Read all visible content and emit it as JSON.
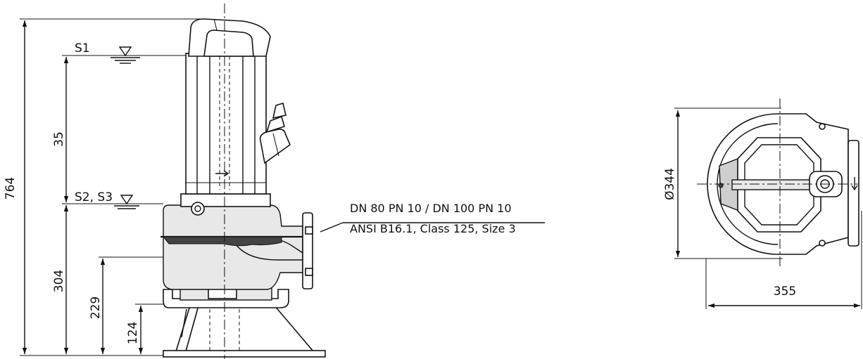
{
  "side_view": {
    "dimensions": {
      "overall_height": "764",
      "s1_to_s2": "35",
      "s2_level": "304",
      "outlet_center": "229",
      "base_height": "124"
    },
    "levels": {
      "s1": "S1",
      "s2_s3": "S2, S3"
    },
    "flange_note": {
      "line1": "DN 80 PN 10 / DN 100 PN 10",
      "line2": "ANSI B16.1, Class 125, Size 3"
    }
  },
  "top_view": {
    "dimensions": {
      "diameter": "Ø344",
      "width": "355"
    }
  }
}
